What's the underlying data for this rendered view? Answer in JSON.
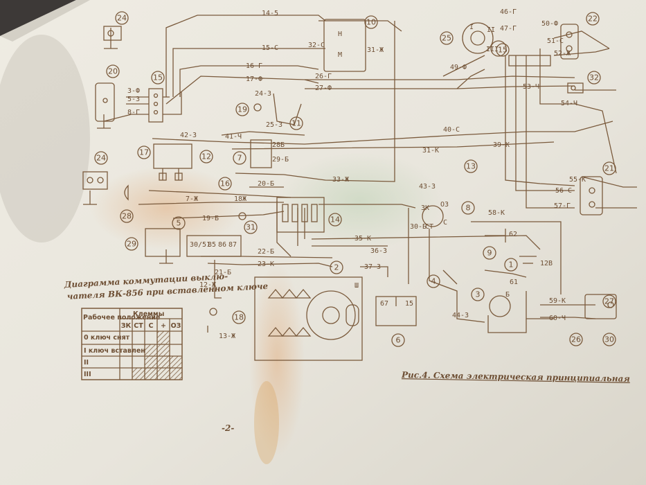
{
  "caption": "Рис.4. Схема электрическая принципиальная",
  "page_number": "-2-",
  "switch_diagram": {
    "title_line1": "Диаграмма коммутации выклю-",
    "title_line2": "чателя ВК-856 при вставленном ключе",
    "header_mode": "Рабочее положение",
    "header_terminals": "Клеммы",
    "terminals": [
      "ЗК",
      "СТ",
      "С",
      "+",
      "ОЗ"
    ],
    "rows": [
      {
        "mode": "0 ключ снят",
        "marks": [
          false,
          false,
          false,
          true,
          false
        ]
      },
      {
        "mode": "I ключ вставлен",
        "marks": [
          false,
          false,
          true,
          true,
          false
        ]
      },
      {
        "mode": "II",
        "marks": [
          false,
          false,
          true,
          true,
          true
        ]
      },
      {
        "mode": "III",
        "marks": [
          false,
          true,
          true,
          true,
          true
        ]
      }
    ]
  },
  "component_numbers": [
    "1",
    "2",
    "3",
    "4",
    "5",
    "6",
    "7",
    "8",
    "9",
    "10",
    "11",
    "12",
    "13",
    "14",
    "15",
    "16",
    "17",
    "18",
    "19",
    "20",
    "21",
    "22",
    "24",
    "25",
    "26",
    "27",
    "28",
    "29",
    "30",
    "31",
    "32"
  ],
  "wire_labels": [
    "14-5",
    "15-С",
    "16-Г",
    "17-Ф",
    "26-Г",
    "27-Ф",
    "3-Ф",
    "5-3",
    "8-Г",
    "24-3",
    "25-3",
    "42-3",
    "41-Ч",
    "28Б",
    "29-Б",
    "40-С",
    "31-К",
    "39-К",
    "20-Б",
    "33-Ж",
    "7-Ж",
    "18Ж",
    "19-Б",
    "43-3",
    "30-Б",
    "58-К",
    "35-К",
    "36-3",
    "37-3",
    "22-Б",
    "23-К",
    "21-Б",
    "12-Ж",
    "13-Ж",
    "44-3",
    "62",
    "61",
    "59-К",
    "60-Ч",
    "12В",
    "55-К",
    "56-С",
    "57-Г",
    "54-Ч",
    "53-Ч",
    "52-Ж",
    "51-С",
    "50-Ф",
    "49-Ф",
    "47-Г",
    "46-Г",
    "32-С",
    "31-Ж"
  ],
  "terminal_labels": [
    "ЗК",
    "ОЗ",
    "СТ",
    "С",
    "Б",
    "67",
    "15",
    "Ш",
    "30/51",
    "85",
    "86",
    "87",
    "Н",
    "М",
    "I",
    "II",
    "III"
  ]
}
